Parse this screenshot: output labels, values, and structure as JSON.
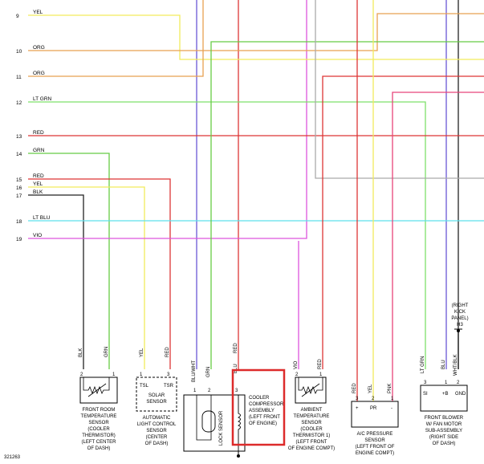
{
  "rows": [
    {
      "num": "9",
      "label": "YEL"
    },
    {
      "num": "10",
      "label": "ORG"
    },
    {
      "num": "11",
      "label": "ORG"
    },
    {
      "num": "12",
      "label": "LT GRN"
    },
    {
      "num": "13",
      "label": "RED"
    },
    {
      "num": "14",
      "label": "GRN"
    },
    {
      "num": "15",
      "label": "RED"
    },
    {
      "num": "16",
      "label": "YEL"
    },
    {
      "num": "17",
      "label": "BLK"
    },
    {
      "num": "18",
      "label": "LT BLU"
    },
    {
      "num": "19",
      "label": "VIO"
    }
  ],
  "colors": {
    "yel": "#f2ec5c",
    "org": "#e8a050",
    "ltgrn": "#7ee06a",
    "red": "#dd3535",
    "grn": "#66cc44",
    "blk": "#222222",
    "ltblu": "#5ee0ec",
    "vio": "#dd55dd",
    "blu": "#6a58d6",
    "pnk": "#e8447a",
    "gray": "#aaaaaa",
    "highlight": "#dd2b2b"
  },
  "wire_labels": {
    "blk": "BLK",
    "grn": "GRN",
    "yel": "YEL",
    "red": "RED",
    "bluwht": "BLU/WHT",
    "blu": "BLU",
    "vio": "VIO",
    "ltgrn": "LT GRN",
    "pnk": "PNK",
    "whtblk": "WHT/BLK"
  },
  "pins": {
    "p1": "1",
    "p2": "2",
    "p3": "3",
    "tsl": "TSL",
    "tsr": "TSR",
    "plus": "+",
    "pr": "PR",
    "minus": "-",
    "si": "SI",
    "plusb": "+B",
    "gnd": "GND"
  },
  "ground_label": [
    "(RIGHT",
    "KICK",
    "PANEL)",
    "H3"
  ],
  "components": {
    "front_room": [
      "FRONT ROOM",
      "TEMPERATURE",
      "SENSOR",
      "(COOLER",
      "THERMISTOR)",
      "(LEFT CENTER",
      "OF DASH)"
    ],
    "solar": [
      "SOLAR",
      "SENSOR"
    ],
    "auto_light": [
      "AUTOMATIC",
      "LIGHT CONTROL",
      "SENSOR",
      "(CENTER",
      "OF DASH)"
    ],
    "lock_sensor": "LOCK SENSOR",
    "compressor": [
      "COOLER",
      "COMPRESSOR",
      "ASSEMBLY",
      "(LEFT FRONT",
      "OF ENGINE)"
    ],
    "ambient": [
      "AMBIENT",
      "TEMPERATURE",
      "SENSOR",
      "(COOLER",
      "THERMISTOR 1)",
      "(LEFT FRONT",
      "OF ENGINE COMPT)"
    ],
    "ac_pressure": [
      "A/C PRESSURE",
      "SENSOR",
      "(LEFT FRONT OF",
      "ENGINE COMPT)"
    ],
    "blower": [
      "FRONT BLOWER",
      "W/ FAN MOTOR",
      "SUB-ASSEMBLY",
      "(RIGHT SIDE",
      "OF DASH)"
    ]
  },
  "diagram_id": "321263"
}
